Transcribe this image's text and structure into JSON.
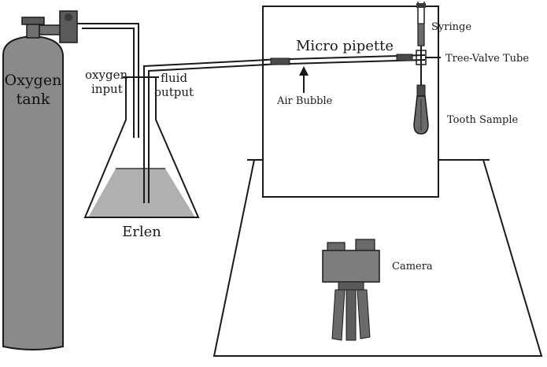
{
  "labels": {
    "oxygen_tank_line1": "Oxygen",
    "oxygen_tank_line2": "tank",
    "oxygen_input_line1": "oxygen",
    "oxygen_input_line2": "input",
    "fluid_output_line1": "fluid",
    "fluid_output_line2": "output",
    "erlen": "Erlen",
    "micro_pipette": "Micro pipette",
    "air_bubble": "Air Bubble",
    "syringe": "Syringe",
    "tree_valve_tube": "Tree-Valve Tube",
    "tooth_sample": "Tooth Sample",
    "camera": "Camera"
  },
  "colors": {
    "tank_fill": "#8a8a8a",
    "line": "#1a1a1a",
    "liquid_fill": "#b0b0b0",
    "camera_fill": "#7d7d7d"
  }
}
